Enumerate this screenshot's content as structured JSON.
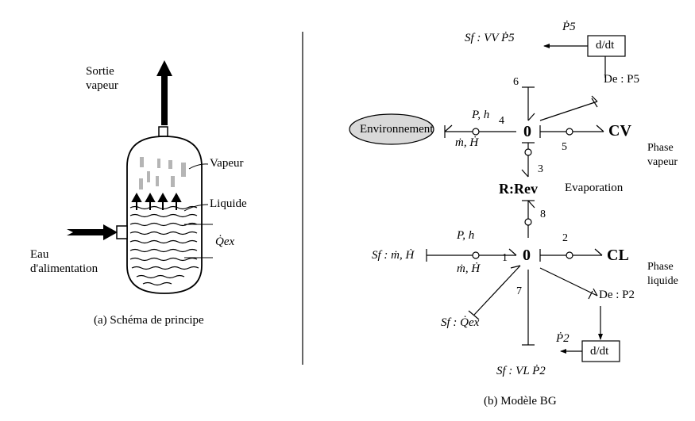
{
  "left": {
    "out_label": [
      "Sortie",
      "vapeur"
    ],
    "vapeur": "Vapeur",
    "liquide": "Liquide",
    "qex": "Q̇ex",
    "eau": [
      "Eau",
      "d'alimentation"
    ],
    "caption": "(a) Schéma de principe"
  },
  "right": {
    "sf_top": "Sf : VV Ṗ5",
    "p5dot": "Ṗ5",
    "ddt": "d/dt",
    "de_top": "De : P5",
    "ph_top": "P, h",
    "mh_top": "ṁ, Ḣ",
    "env": "Environnement",
    "zero": "0",
    "cv": "CV",
    "phase_vap": [
      "Phase",
      "vapeur"
    ],
    "rrev": "R:Rev",
    "evap": "Evaporation",
    "sf_left": "Sf : ṁ, Ḣ",
    "ph_bot": "P, h",
    "mh_bot": "ṁ, Ḣ",
    "cl": "CL",
    "phase_liq": [
      "Phase",
      "liquide"
    ],
    "de_bot": "De : P2",
    "sf_qex": "Sf : Q̇ex",
    "p2dot": "Ṗ2",
    "sf_bot": "Sf : VL Ṗ2",
    "bonds": [
      "1",
      "2",
      "3",
      "4",
      "5",
      "6",
      "7",
      "8"
    ],
    "caption": "(b) Modèle BG"
  }
}
